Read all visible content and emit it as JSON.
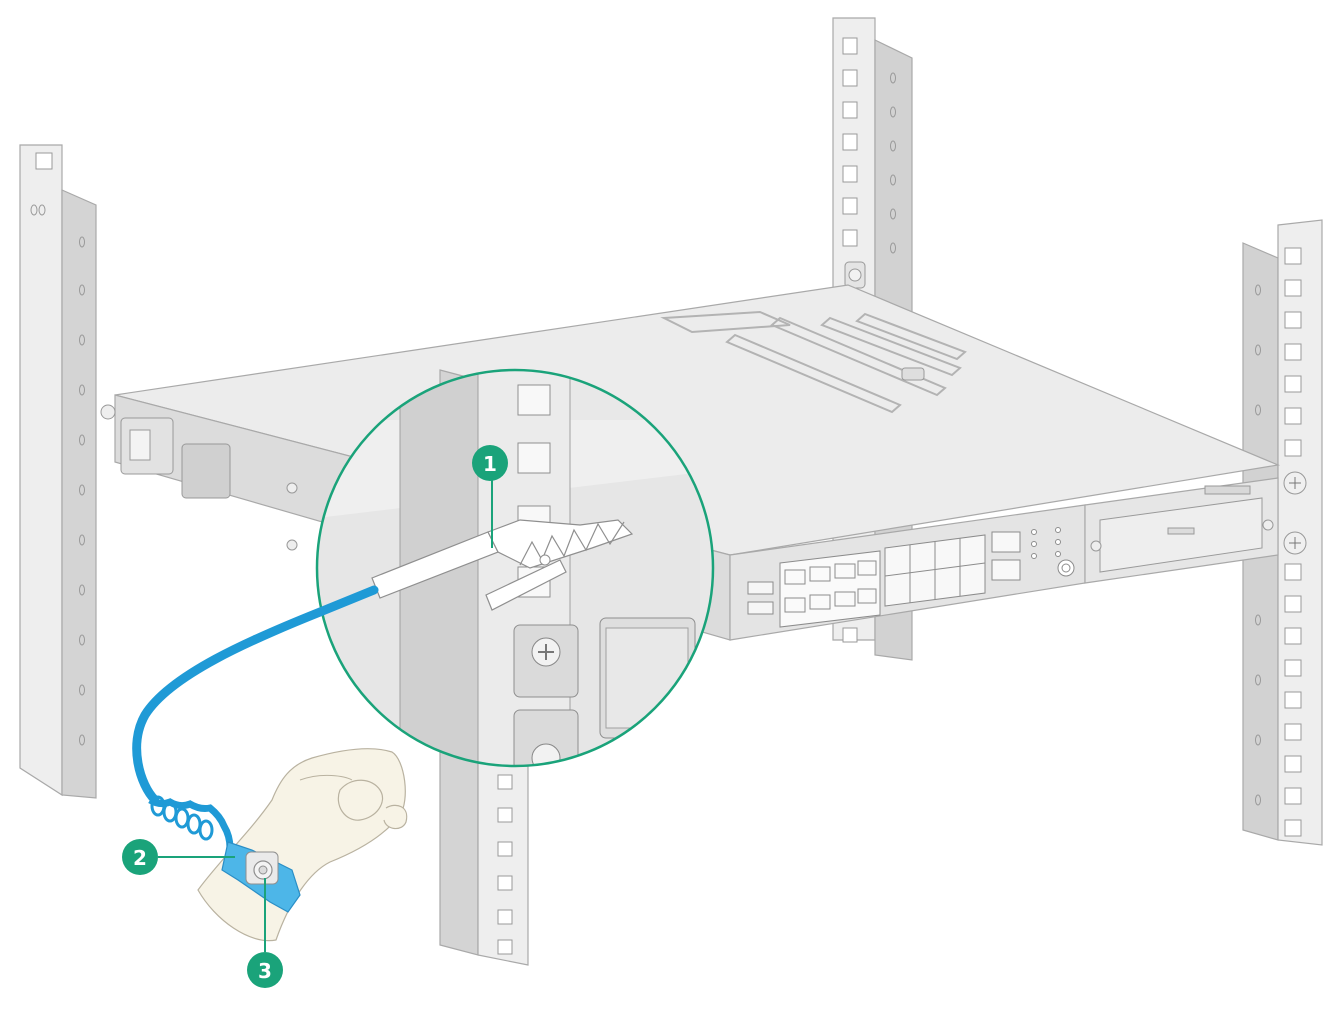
{
  "colors": {
    "rack_light": "#ececec",
    "rack_mid": "#d6d6d6",
    "rack_dark": "#b8b8b8",
    "device_top": "#e9e9e9",
    "device_side": "#dcdcdc",
    "device_front": "#e2e2e2",
    "outline": "#a9a9a9",
    "callout_green": "#1aa37a",
    "cable_blue": "#1f9ad6",
    "strap_blue": "#4db6e8",
    "skin": "#f7f3e6"
  },
  "callouts": [
    {
      "number": "1",
      "target": "alligator-clip"
    },
    {
      "number": "2",
      "target": "wrist-strap"
    },
    {
      "number": "3",
      "target": "strap-snap-button"
    }
  ]
}
